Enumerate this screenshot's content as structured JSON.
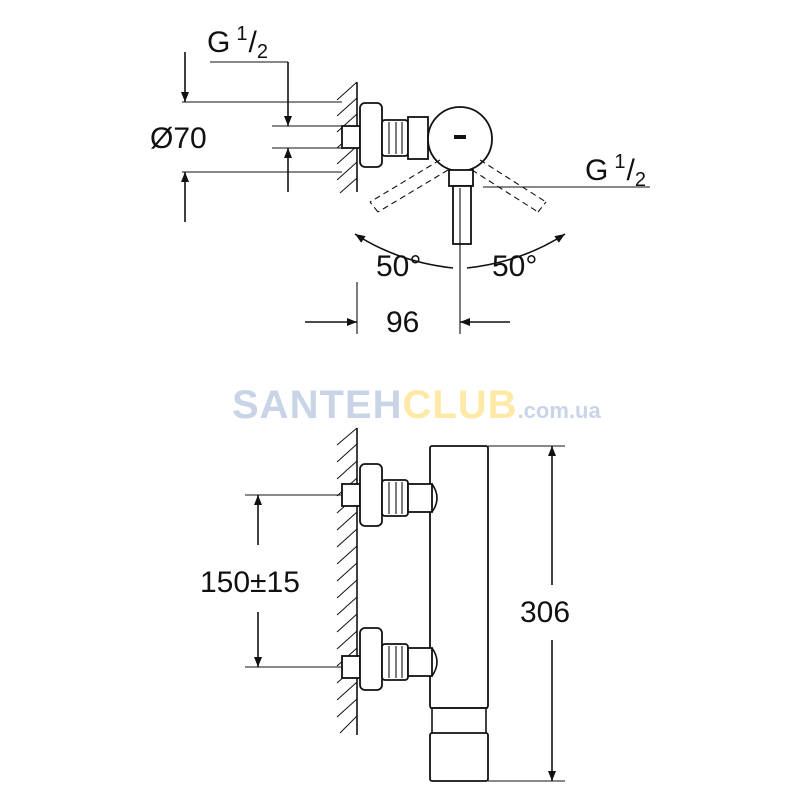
{
  "top_view": {
    "thread_top": {
      "main": "G",
      "num": "1",
      "den": "2"
    },
    "diameter": "Ø70",
    "thread_right": {
      "main": "G",
      "num": "1",
      "den": "2"
    },
    "angle_left": "50°",
    "angle_right": "50°",
    "width": "96"
  },
  "front_view": {
    "spacing": "150±15",
    "height": "306"
  },
  "watermark": {
    "part1": "SANTEH",
    "part2": "CLUB",
    "suffix": ".com.ua",
    "color1": "#c9d4e6",
    "color2": "#ffe9a6"
  }
}
